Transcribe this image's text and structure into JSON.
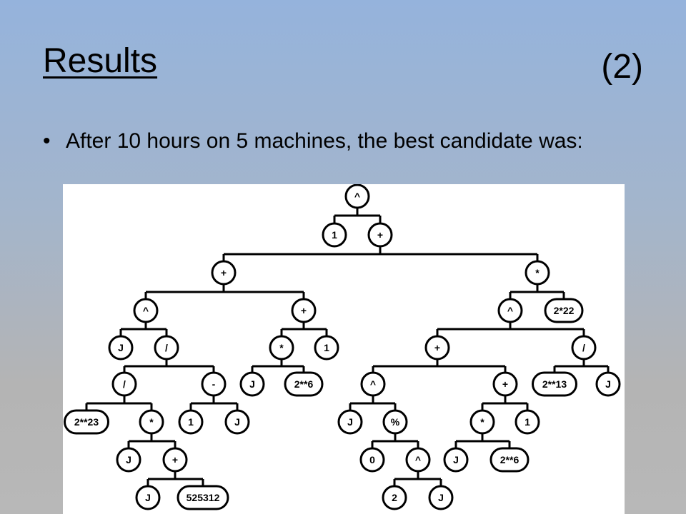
{
  "slide": {
    "title": "Results",
    "title_number": "(2)",
    "bullet": "After 10 hours on 5 machines, the best candidate was:"
  },
  "tree": {
    "nodes": [
      {
        "id": "n1",
        "label": "^"
      },
      {
        "id": "n2",
        "label": "1"
      },
      {
        "id": "n3",
        "label": "+"
      },
      {
        "id": "n4",
        "label": "+"
      },
      {
        "id": "n5",
        "label": "*"
      },
      {
        "id": "n6",
        "label": "^"
      },
      {
        "id": "n7",
        "label": "+"
      },
      {
        "id": "n8",
        "label": "^"
      },
      {
        "id": "n9",
        "label": "2*22"
      },
      {
        "id": "n10",
        "label": "J"
      },
      {
        "id": "n11",
        "label": "/"
      },
      {
        "id": "n12",
        "label": "*"
      },
      {
        "id": "n13",
        "label": "1"
      },
      {
        "id": "n14",
        "label": "+"
      },
      {
        "id": "n15",
        "label": "/"
      },
      {
        "id": "n16",
        "label": "/"
      },
      {
        "id": "n17",
        "label": "-"
      },
      {
        "id": "n18",
        "label": "J"
      },
      {
        "id": "n19",
        "label": "2**6"
      },
      {
        "id": "n20",
        "label": "^"
      },
      {
        "id": "n21",
        "label": "+"
      },
      {
        "id": "n22",
        "label": "2**13"
      },
      {
        "id": "n23",
        "label": "J"
      },
      {
        "id": "n24",
        "label": "2**23"
      },
      {
        "id": "n25",
        "label": "*"
      },
      {
        "id": "n26",
        "label": "1"
      },
      {
        "id": "n27",
        "label": "J"
      },
      {
        "id": "n28",
        "label": "J"
      },
      {
        "id": "n29",
        "label": "%"
      },
      {
        "id": "n30",
        "label": "*"
      },
      {
        "id": "n31",
        "label": "1"
      },
      {
        "id": "n32",
        "label": "J"
      },
      {
        "id": "n33",
        "label": "+"
      },
      {
        "id": "n34",
        "label": "0"
      },
      {
        "id": "n35",
        "label": "^"
      },
      {
        "id": "n36",
        "label": "J"
      },
      {
        "id": "n37",
        "label": "2**6"
      },
      {
        "id": "n38",
        "label": "J"
      },
      {
        "id": "n39",
        "label": "525312"
      },
      {
        "id": "n40",
        "label": "2"
      },
      {
        "id": "n41",
        "label": "J"
      }
    ],
    "edges": [
      [
        "n1",
        [
          "n2",
          "n3"
        ]
      ],
      [
        "n3",
        [
          "n4",
          "n5"
        ]
      ],
      [
        "n4",
        [
          "n6",
          "n7"
        ]
      ],
      [
        "n5",
        [
          "n8",
          "n9"
        ]
      ],
      [
        "n6",
        [
          "n10",
          "n11"
        ]
      ],
      [
        "n7",
        [
          "n12",
          "n13"
        ]
      ],
      [
        "n8",
        [
          "n14",
          "n15"
        ]
      ],
      [
        "n11",
        [
          "n16",
          "n17"
        ]
      ],
      [
        "n12",
        [
          "n18",
          "n19"
        ]
      ],
      [
        "n14",
        [
          "n20",
          "n21"
        ]
      ],
      [
        "n15",
        [
          "n22",
          "n23"
        ]
      ],
      [
        "n16",
        [
          "n24",
          "n25"
        ]
      ],
      [
        "n17",
        [
          "n26",
          "n27"
        ]
      ],
      [
        "n20",
        [
          "n28",
          "n29"
        ]
      ],
      [
        "n21",
        [
          "n30",
          "n31"
        ]
      ],
      [
        "n25",
        [
          "n32",
          "n33"
        ]
      ],
      [
        "n29",
        [
          "n34",
          "n35"
        ]
      ],
      [
        "n30",
        [
          "n36",
          "n37"
        ]
      ],
      [
        "n33",
        [
          "n38",
          "n39"
        ]
      ],
      [
        "n35",
        [
          "n40",
          "n41"
        ]
      ]
    ]
  }
}
